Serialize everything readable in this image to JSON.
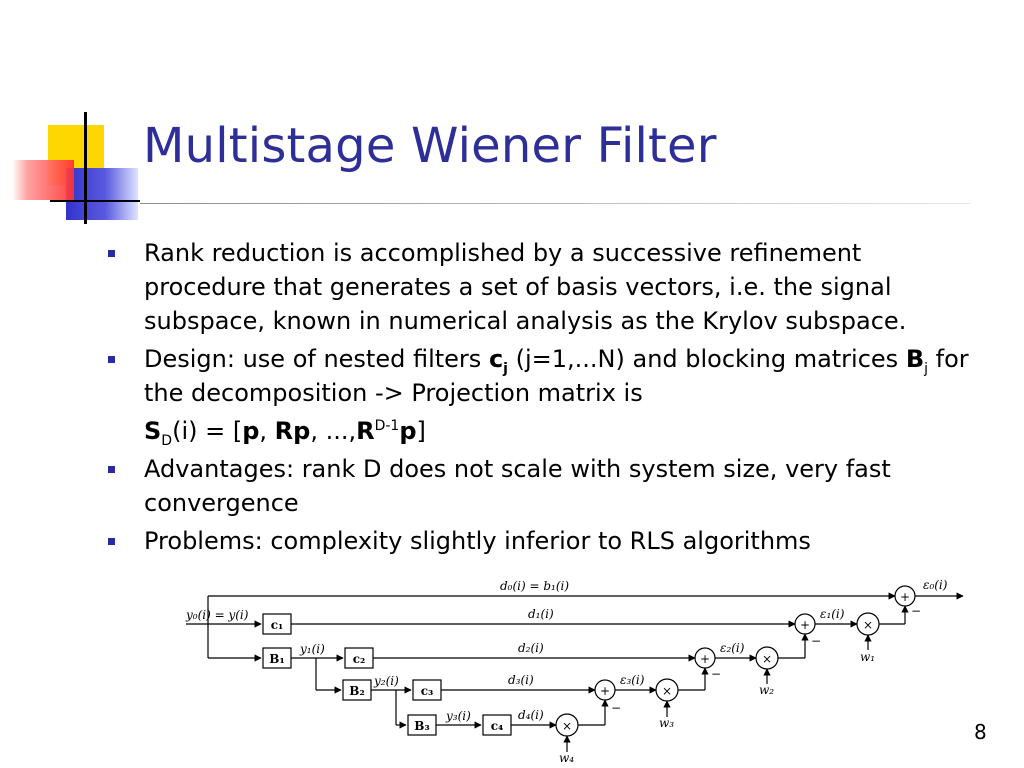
{
  "slide": {
    "title": "Multistage Wiener Filter",
    "page_number": "8"
  },
  "bullets": {
    "b1": "Rank reduction is accomplished by a successive refinement procedure that generates a set of basis vectors, i.e. the signal subspace, known in numerical analysis as the Krylov subspace.",
    "b2": {
      "t1": "Design: use of nested filters ",
      "c": "c",
      "c_sub": "j",
      "t2": " (j=1,...N) and blocking matrices ",
      "B": "B",
      "B_sub": "j",
      "t3": " for the decomposition -> Projection matrix is",
      "S": "S",
      "S_sub": "D",
      "f1": "(i) = [",
      "p1": "p",
      "f2": ", ",
      "Rp": "Rp",
      "f3": ", ...,",
      "R": "R",
      "R_sup": "D-1",
      "p2": "p",
      "f4": "]"
    },
    "b3": "Advantages: rank D does not scale with system size, very fast convergence",
    "b4": "Problems: complexity slightly inferior to RLS algorithms"
  },
  "diagram": {
    "input_label": "y₀(i) = y(i)",
    "top_label": "d₀(i) = b₁(i)",
    "eps0": "ε₀(i)",
    "c1": "c₁",
    "c2": "c₂",
    "c3": "c₃",
    "c4": "c₄",
    "B1": "B₁",
    "B2": "B₂",
    "B3": "B₃",
    "y1": "y₁(i)",
    "y2": "y₂(i)",
    "y3": "y₃(i)",
    "d1": "d₁(i)",
    "d2": "d₂(i)",
    "d3": "d₃(i)",
    "d4": "d₄(i)",
    "e1": "ε₁(i)",
    "e2": "ε₂(i)",
    "e3": "ε₃(i)",
    "w1": "w₁",
    "w2": "w₂",
    "w3": "w₃",
    "w4": "w₄",
    "plus": "+",
    "minus": "−",
    "times": "×"
  }
}
